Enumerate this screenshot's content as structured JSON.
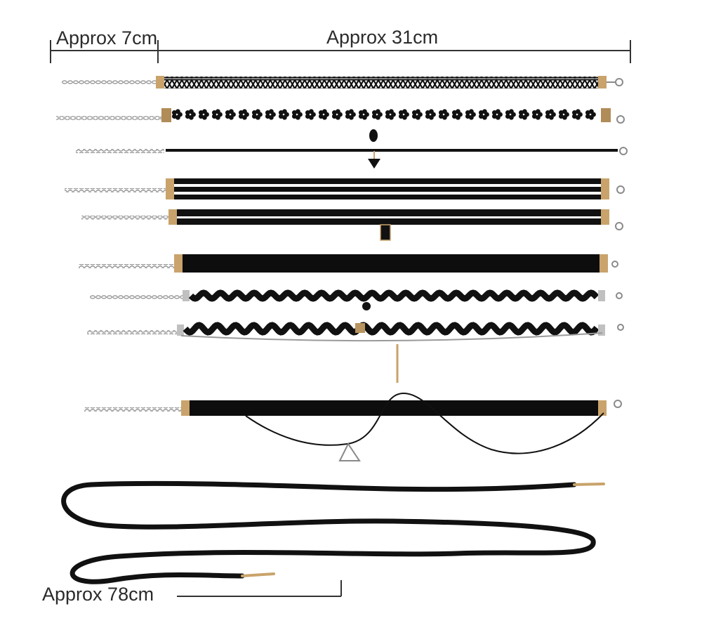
{
  "measurements": {
    "clasp_extension": "Approx 7cm",
    "choker_length": "Approx 31cm",
    "wrap_cord_length": "Approx 78cm"
  },
  "colors": {
    "background": "#ffffff",
    "velvet": "#0d0d0d",
    "chain": "#8a8a8a",
    "gold_end": "#c9a36b",
    "dimension_line": "#333333"
  },
  "items": [
    {
      "name": "lace-zigzag-choker",
      "style": "lace"
    },
    {
      "name": "flower-lace-choker",
      "style": "flower-lace",
      "charm": "teardrop"
    },
    {
      "name": "thin-cord-choker",
      "style": "cord",
      "charm": "triangle"
    },
    {
      "name": "triple-strand-choker",
      "style": "three-strand"
    },
    {
      "name": "double-strand-choker",
      "style": "two-strand",
      "charm": "rectangle"
    },
    {
      "name": "wide-velvet-choker",
      "style": "velvet"
    },
    {
      "name": "wave-ribbon-choker",
      "style": "wave",
      "charm": "bead"
    },
    {
      "name": "wave-chain-choker",
      "style": "wave",
      "charm": "bar-on-chain"
    },
    {
      "name": "velvet-choker-with-cord",
      "style": "velvet",
      "charm": "open-triangle"
    },
    {
      "name": "long-wrap-cord",
      "style": "wrap-cord"
    }
  ]
}
